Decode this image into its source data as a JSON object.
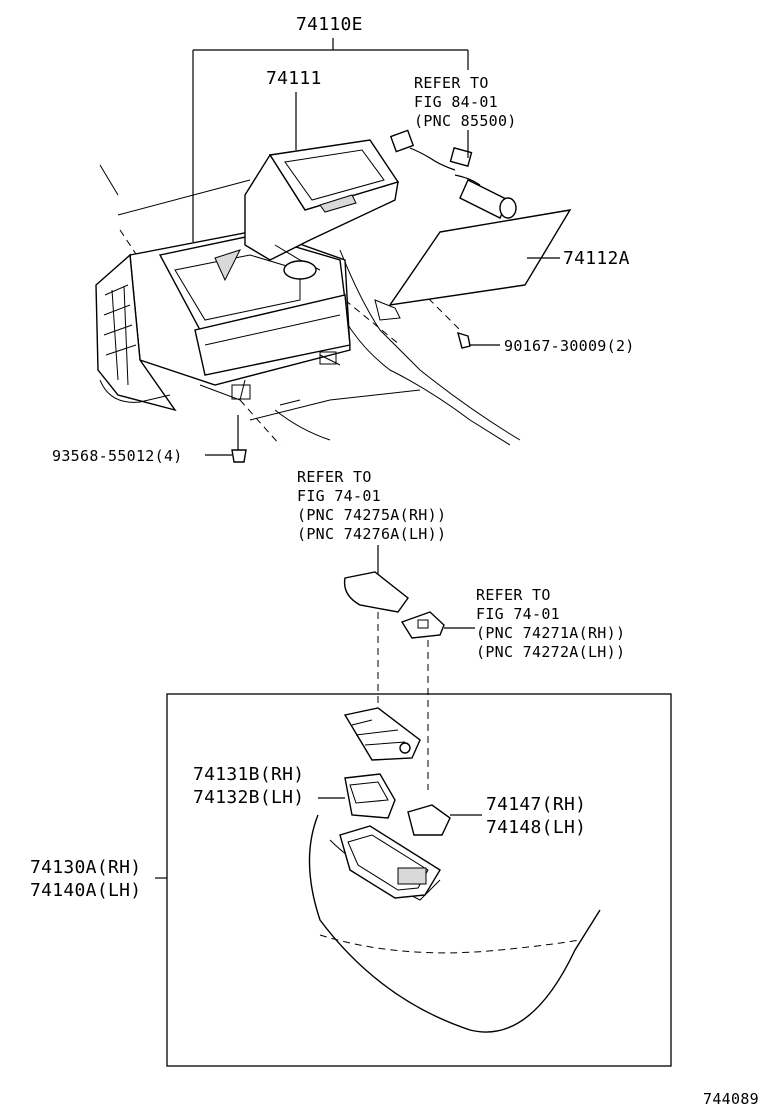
{
  "callouts": {
    "assy": "74110E",
    "box": "74111",
    "refer_top": [
      "REFER TO",
      "FIG 84-01",
      "(PNC 85500)"
    ],
    "lid": "74112A",
    "screw_right": "90167-30009(2)",
    "screw_left": "93568-55012(4)",
    "refer_mid": [
      "REFER TO",
      "FIG 74-01",
      "(PNC 74275A(RH))",
      "(PNC 74276A(LH))"
    ],
    "refer_small": [
      "REFER TO",
      "FIG 74-01",
      "(PNC 74271A(RH))",
      "(PNC 74272A(LH))"
    ],
    "bezel": [
      "74131B(RH)",
      "74132B(LH)"
    ],
    "knob": [
      "74147(RH)",
      "74148(LH)"
    ],
    "armrest": [
      "74130A(RH)",
      "74140A(LH)"
    ],
    "figure_id": "744089"
  }
}
